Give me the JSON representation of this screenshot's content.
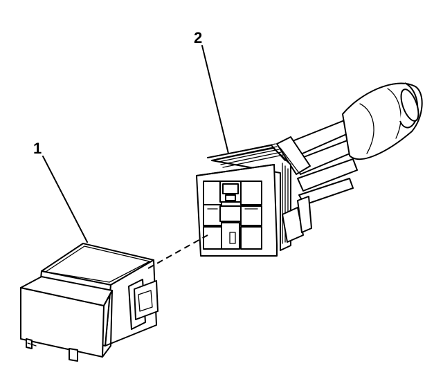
{
  "callouts": [
    {
      "id": "relay",
      "text": "1"
    },
    {
      "id": "connector",
      "text": "2"
    }
  ],
  "colors": {
    "ink": "#000000",
    "background": "#ffffff"
  }
}
